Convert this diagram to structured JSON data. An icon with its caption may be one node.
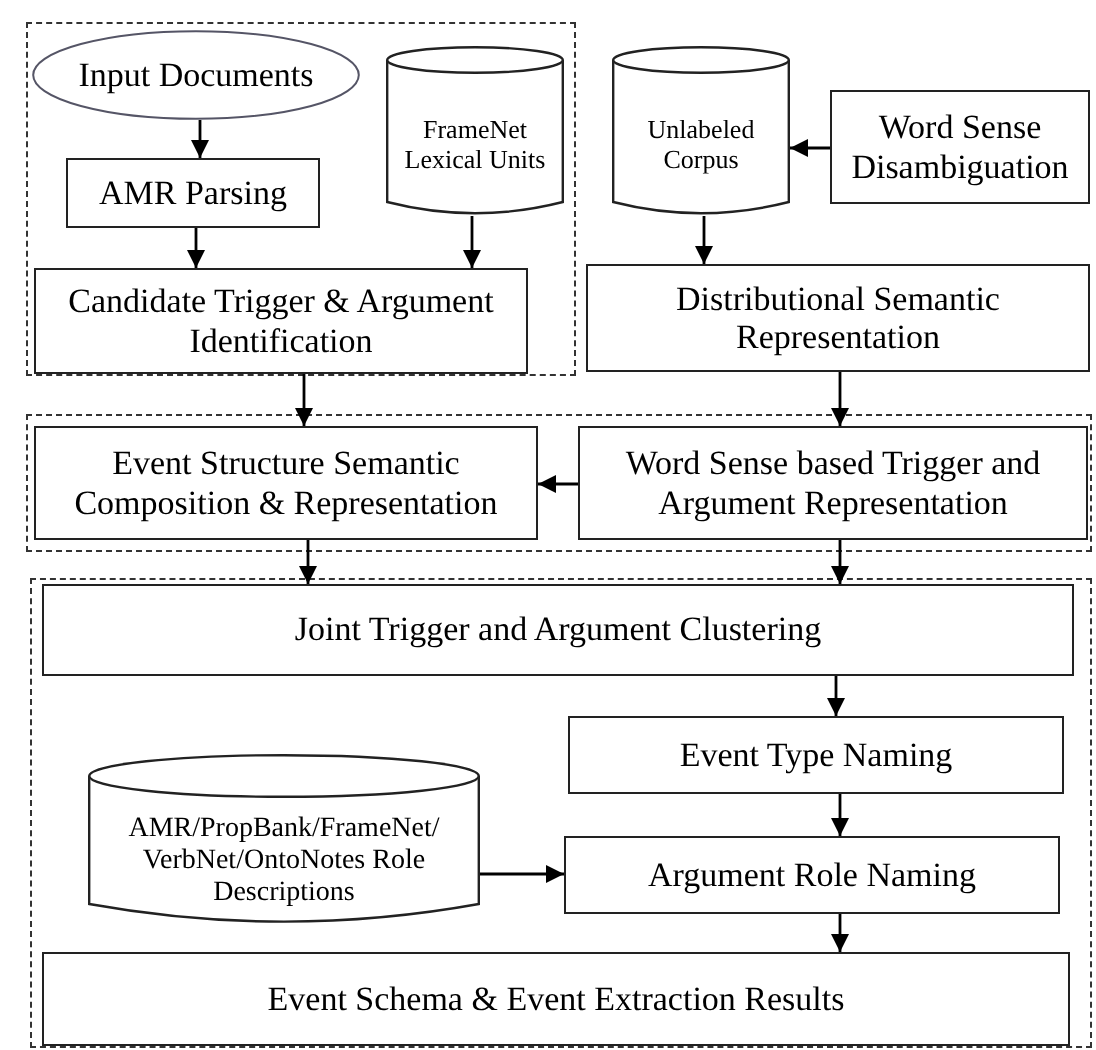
{
  "diagram": {
    "nodes": [
      {
        "text": [],
        "shape": "box"
      },
      {
        "text": [
          "Input Documents"
        ],
        "in": 0
      },
      {
        "text": [
          "FrameNet Lexical Units"
        ],
        "in": 0
      },
      {
        "text": [
          "AMR Parsing"
        ],
        "in": 0
      },
      {
        "text": [
          "Candidate Trigger & Argument Identification"
        ],
        "in": 0
      },
      {
        "text": [
          "Unlabeled Corpus"
        ]
      },
      {
        "text": [
          "Word Sense Disambiguation"
        ]
      },
      {
        "text": [
          "Distributional Semantic Representation"
        ]
      },
      {
        "text": [],
        "shape": "box"
      },
      {
        "text": [
          "Event Structure Semantic Composition & Representation"
        ],
        "in": 8
      },
      {
        "text": [
          "Word Sense based Trigger and Argument Representation"
        ],
        "in": 8
      },
      {
        "text": [],
        "shape": "box"
      },
      {
        "text": [
          "Joint Trigger and Argument Clustering"
        ],
        "in": 11
      },
      {
        "text": [
          "Event Type Naming"
        ],
        "in": 11
      },
      {
        "text": [
          "AMR/PropBank/FrameNet/ VerbNet/OntoNotes Role Descriptions"
        ],
        "in": 11
      },
      {
        "text": [
          "Argument Role Naming"
        ],
        "in": 11
      },
      {
        "text": [
          "Event Schema & Event Extraction Results"
        ],
        "in": 11
      }
    ],
    "edges": [
      {
        "from": 1,
        "to": 3,
        "arrow": "to"
      },
      {
        "from": 3,
        "to": 4,
        "arrow": "to"
      },
      {
        "from": 2,
        "to": 4,
        "arrow": "to"
      },
      {
        "from": 6,
        "to": 5,
        "arrow": "to"
      },
      {
        "from": 5,
        "to": 7,
        "arrow": "to"
      },
      {
        "from": 4,
        "to": 9,
        "arrow": "to"
      },
      {
        "from": 7,
        "to": 10,
        "arrow": "to"
      },
      {
        "from": 10,
        "to": 9,
        "arrow": "to"
      },
      {
        "from": 9,
        "to": 12,
        "arrow": "to"
      },
      {
        "from": 10,
        "to": 12,
        "arrow": "to"
      },
      {
        "from": 12,
        "to": 13,
        "arrow": "to"
      },
      {
        "from": 13,
        "to": 15,
        "arrow": "to"
      },
      {
        "from": 14,
        "to": 15,
        "arrow": "to"
      },
      {
        "from": 15,
        "to": 16,
        "arrow": "to"
      }
    ]
  }
}
